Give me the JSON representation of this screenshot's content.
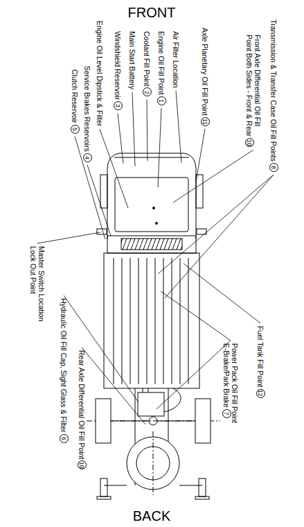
{
  "diagram": {
    "labels": [
      "FRONT",
      "Transmission & Transfer Case Oil Fill Points",
      "8",
      "Front Axle Differential Oil Fill Point Both Sides - Front & Rear",
      "10",
      "Axle Planetary Oil Fill Point",
      "11",
      "Air Filter Location",
      "Engine Oil Fill Point",
      "1",
      "Coolant Fill Point",
      "2",
      "Main Start Battery",
      "Windshield Reservoir",
      "3",
      "Engine Oil Level Dipstick & Filter",
      "Service Brakes Reservoirs",
      "4",
      "Clutch Reservoir",
      "5",
      "Fuel Tank Fill Point",
      "12",
      "Power Pack Oil Fill Point E-Brake/Park Brake",
      "7",
      "Master Switch Location Lock Out Point",
      "Hydraulic Oil Fill Cap, Sight Glass & Filter",
      "6",
      "Rear Axle Differential Oil Fill Point",
      "10",
      "BACK"
    ]
  }
}
